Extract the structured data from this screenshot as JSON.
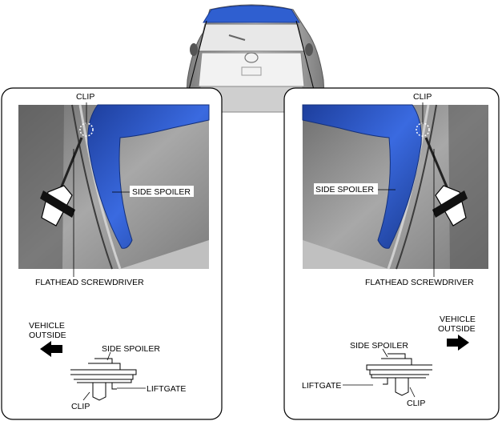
{
  "labels": {
    "clip": "CLIP",
    "side_spoiler": "SIDE SPOILER",
    "flathead_screwdriver": "FLATHEAD SCREWDRIVER",
    "vehicle": "VEHICLE",
    "outside": "OUTSIDE",
    "liftgate": "LIFTGATE"
  },
  "colors": {
    "spoiler_blue": "#2f5fd0",
    "photo_gray": "#8c8c8c",
    "outline": "#000000"
  },
  "icons": {
    "arrow_left": "arrow-left-icon",
    "arrow_right": "arrow-right-icon"
  }
}
